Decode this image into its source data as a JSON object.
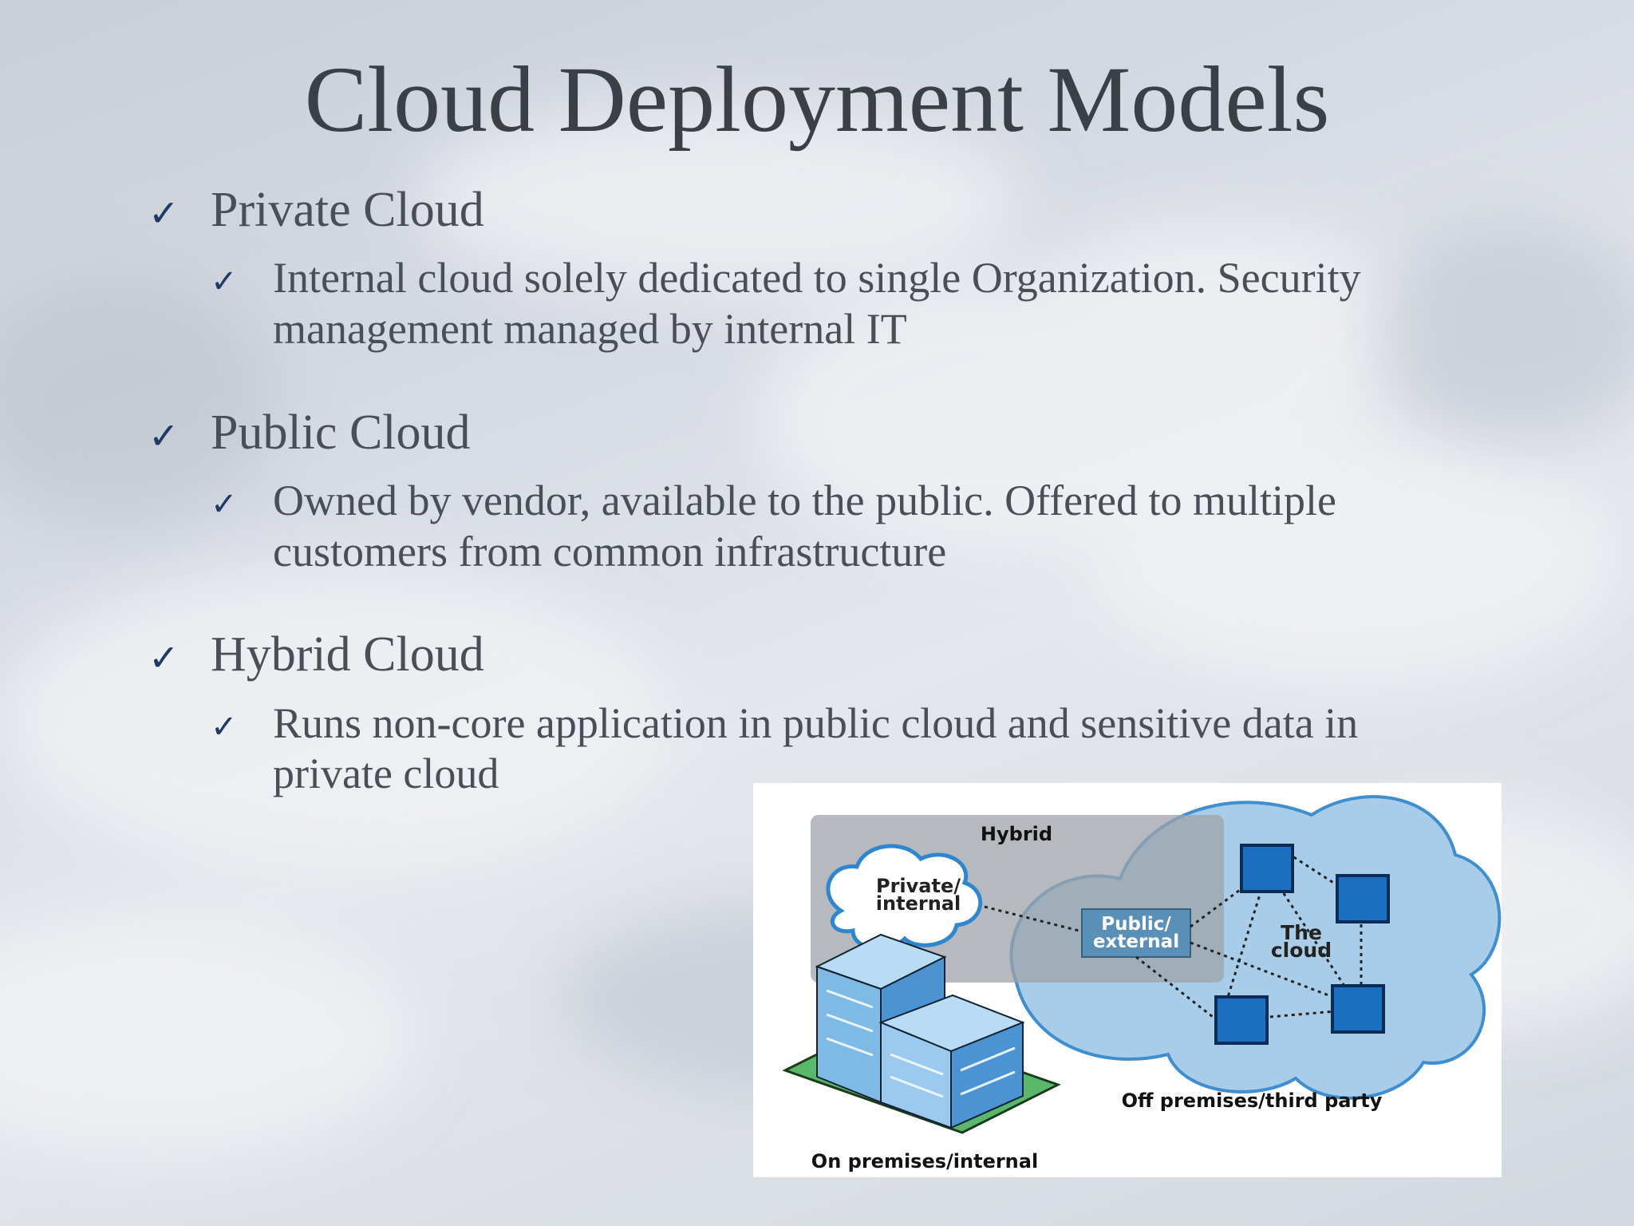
{
  "title": "Cloud Deployment Models",
  "items": [
    {
      "heading": "Private Cloud",
      "detail": "Internal cloud solely dedicated to single Organization. Security management managed by internal IT"
    },
    {
      "heading": "Public Cloud",
      "detail": "Owned by vendor, available to the public. Offered to multiple customers from common infrastructure"
    },
    {
      "heading": "Hybrid Cloud",
      "detail": "Runs non-core application in public cloud and sensitive data in private cloud"
    }
  ],
  "check_icon": "checkmark-icon",
  "diagram": {
    "hybrid_label": "Hybrid",
    "private_line1": "Private/",
    "private_line2": "internal",
    "public_line1": "Public/",
    "public_line2": "external",
    "cloud_line1": "The",
    "cloud_line2": "cloud",
    "off_premises": "Off premises/third party",
    "on_premises": "On premises/internal"
  },
  "colors": {
    "title": "#3b3f46",
    "text": "#4a4e56",
    "check": "#1f3a66",
    "cloud_fill": "#a9cde8",
    "node_fill": "#1a6fc0"
  }
}
